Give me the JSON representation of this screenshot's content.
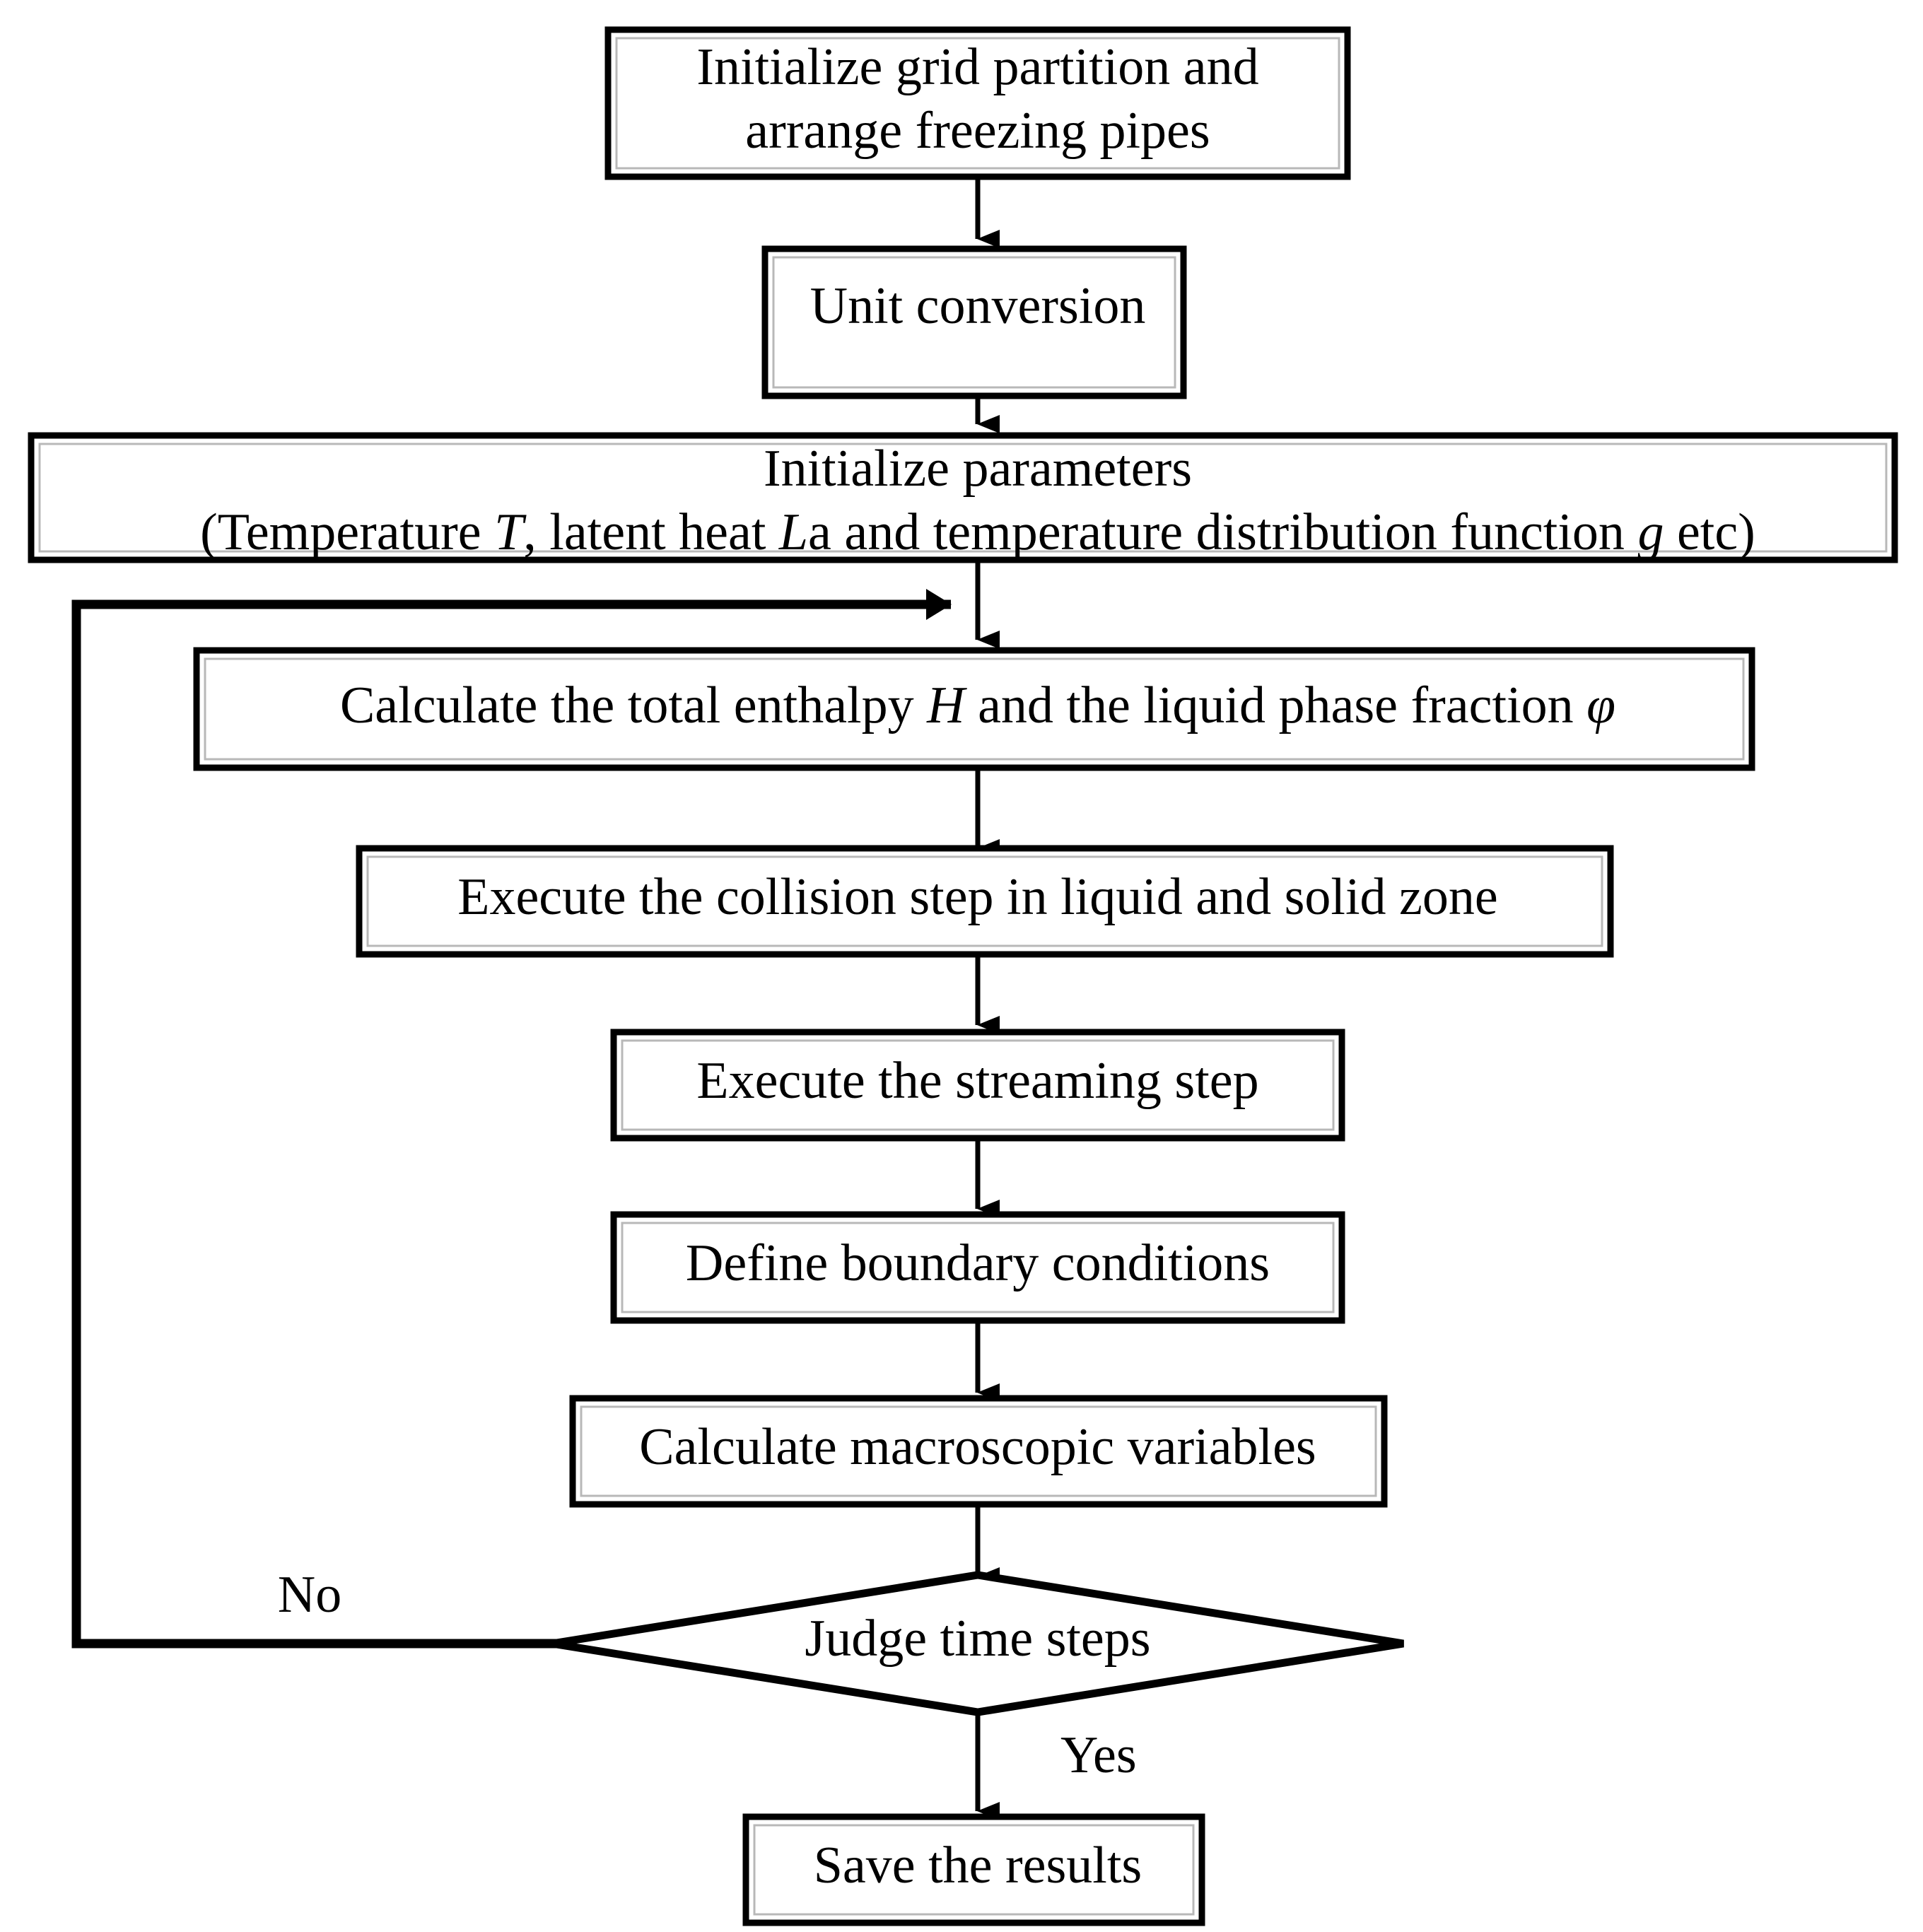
{
  "diagram": {
    "type": "flowchart",
    "title": "Lattice Boltzmann freezing simulation flowchart",
    "orientation": "top-to-bottom",
    "colors": {
      "stroke": "#000000",
      "fill": "#ffffff",
      "shadow": "#b8b8b8"
    },
    "nodes": [
      {
        "id": "init-grid",
        "shape": "rectangle",
        "lines": [
          "Initialize grid partition and",
          "arrange freezing pipes"
        ]
      },
      {
        "id": "unit-conversion",
        "shape": "rectangle",
        "lines": [
          "Unit conversion"
        ]
      },
      {
        "id": "init-parameters",
        "shape": "rectangle",
        "lines": [
          "Initialize parameters"
        ],
        "line2": {
          "prefix": "(Temperature ",
          "var1": "T",
          "mid1": ", latent heat ",
          "var2": "L",
          "mid2": "a and temperature distribution function ",
          "var3": "g",
          "suffix": " etc)"
        }
      },
      {
        "id": "calc-enthalpy",
        "shape": "rectangle",
        "line": {
          "prefix": "Calculate the total enthalpy ",
          "var1": "H",
          "mid1": " and the liquid phase fraction ",
          "var2": "φ",
          "suffix": ""
        }
      },
      {
        "id": "collision-step",
        "shape": "rectangle",
        "lines": [
          "Execute the collision step in liquid and solid zone"
        ]
      },
      {
        "id": "streaming-step",
        "shape": "rectangle",
        "lines": [
          "Execute the streaming step"
        ]
      },
      {
        "id": "boundary-conditions",
        "shape": "rectangle",
        "lines": [
          "Define boundary conditions"
        ]
      },
      {
        "id": "macroscopic-variables",
        "shape": "rectangle",
        "lines": [
          "Calculate macroscopic variables"
        ]
      },
      {
        "id": "judge-time-steps",
        "shape": "diamond",
        "lines": [
          "Judge time steps"
        ]
      },
      {
        "id": "save-results",
        "shape": "rectangle",
        "lines": [
          "Save the results"
        ]
      }
    ],
    "edge_labels": {
      "no": "No",
      "yes": "Yes"
    }
  }
}
